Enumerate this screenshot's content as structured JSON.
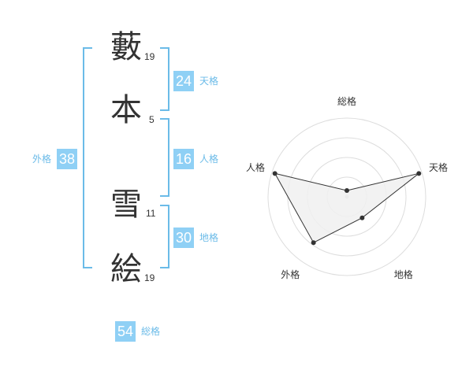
{
  "name": {
    "chars": [
      {
        "char": "藪",
        "strokes": "19"
      },
      {
        "char": "本",
        "strokes": "5"
      },
      {
        "char": "雪",
        "strokes": "11"
      },
      {
        "char": "絵",
        "strokes": "19"
      }
    ]
  },
  "kakusu": {
    "tenkaku": {
      "value": "24",
      "label": "天格"
    },
    "jinkaku": {
      "value": "16",
      "label": "人格"
    },
    "chikaku": {
      "value": "30",
      "label": "地格"
    },
    "gaikaku": {
      "value": "38",
      "label": "外格"
    },
    "soukaku": {
      "value": "54",
      "label": "総格"
    }
  },
  "colors": {
    "accent": "#8fd0f5",
    "accent_text": "#6bbbe8",
    "radar_fill": "#f0f0f0",
    "radar_line": "#333333",
    "radar_grid": "#dddddd"
  },
  "chart_data": {
    "type": "radar",
    "axes": [
      "総格",
      "天格",
      "地格",
      "外格",
      "人格"
    ],
    "values": [
      0.08,
      0.96,
      0.33,
      0.72,
      0.96
    ],
    "range": [
      0,
      1
    ],
    "rings": 4
  }
}
